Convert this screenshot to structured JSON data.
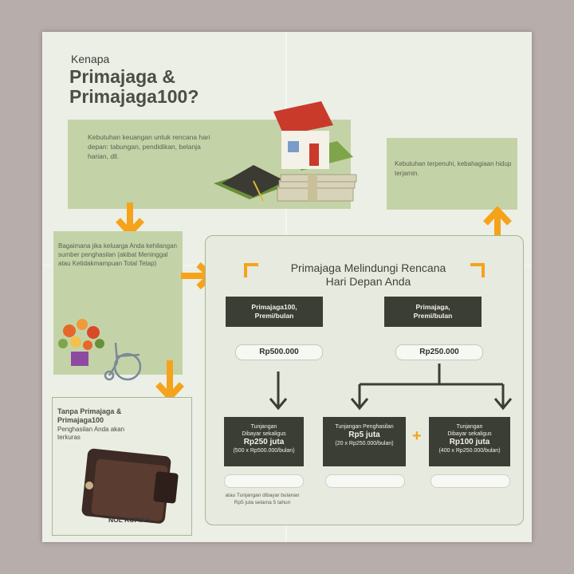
{
  "header": {
    "kenapa": "Kenapa",
    "title_line1": "Primajaga &",
    "title_line2": "Primajaga100?"
  },
  "needs_box": {
    "text": "Kebutuhan keuangan untuk rencana hari depan: tabungan, pendidikan, belanja harian, dll."
  },
  "fulfilled_box": {
    "text": "Kebutuhan terpenuhi, kebahagiaan hidup terjamin."
  },
  "loss_box": {
    "text": "Bagaimana jika keluarga Anda kehilangan sumber penghasilan (akibat Meninggal atau Ketidakmampuan Total Tetap)"
  },
  "without_box": {
    "title_line1": "Tanpa Primajaga &",
    "title_line2": "Primajaga100",
    "subtitle": "Penghasilan Anda akan terkuras",
    "wallet_label": "NOL RUPIAH"
  },
  "panel": {
    "title_line1": "Primajaga Melindungi Rencana",
    "title_line2": "Hari Depan Anda",
    "plan_left": {
      "line1": "Primajaga100,",
      "line2": "Premi/bulan",
      "price": "Rp500.000"
    },
    "plan_right": {
      "line1": "Primajaga,",
      "line2": "Premi/bulan",
      "price": "Rp250.000"
    },
    "benefit_1": {
      "line1": "Tunjangan",
      "line2": "Dibayar sekaligus",
      "amount": "Rp250 juta",
      "calc": "(500 x Rp500.000/bulan)"
    },
    "benefit_2": {
      "line1": "Tunjangan Penghasilan",
      "amount": "Rp5 juta",
      "calc": "(20 x Rp250.000/bulan)"
    },
    "benefit_3": {
      "line1": "Tunjangan",
      "line2": "Dibayar sekaligus",
      "amount": "Rp100 juta",
      "calc": "(400 x Rp250.000/bulan)"
    },
    "plus": "+",
    "note": "atau Tunjangan dibayar bulanan Rp5 juta selama 5 tahun"
  }
}
